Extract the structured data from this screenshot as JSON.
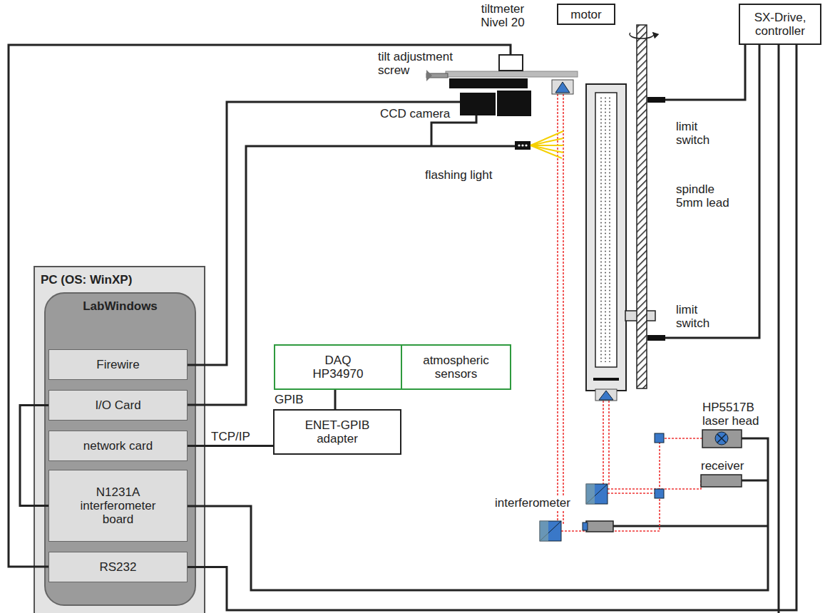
{
  "diagram": {
    "nodes": [
      {
        "text": [
          "PC (OS: WinXP)"
        ]
      },
      {
        "text": [
          "LabWindows"
        ],
        "in": 0
      },
      {
        "text": [
          "Firewire"
        ],
        "in": 1
      },
      {
        "text": [
          "I/O Card"
        ],
        "in": 1
      },
      {
        "text": [
          "network card"
        ],
        "in": 1
      },
      {
        "text": [
          "N1231A interferometer board"
        ],
        "in": 1
      },
      {
        "text": [
          "RS232"
        ],
        "in": 1
      },
      {
        "text": [
          "DAQ HP34970"
        ]
      },
      {
        "text": [
          "atmospheric sensors"
        ]
      },
      {
        "text": [
          "ENET-GPIB adapter"
        ]
      },
      {
        "text": [
          "motor"
        ]
      },
      {
        "text": [
          "SX-Drive, controller"
        ]
      }
    ],
    "edges": [
      {
        "from": 3,
        "to": 5,
        "arrow": "none"
      },
      {
        "from": 7,
        "to": 9,
        "label": "GPIB",
        "arrow": "none"
      },
      {
        "from": 4,
        "to": 9,
        "label": "TCP/IP",
        "arrow": "none"
      },
      {
        "from": 6,
        "to": 11,
        "arrow": "none"
      }
    ],
    "labels": [
      "tiltmeter Nivel 20",
      "tilt adjustment screw",
      "CCD camera",
      "flashing light",
      "limit switch",
      "spindle 5mm lead",
      "limit switch",
      "HP5517B laser head",
      "receiver",
      "interferometer"
    ]
  }
}
